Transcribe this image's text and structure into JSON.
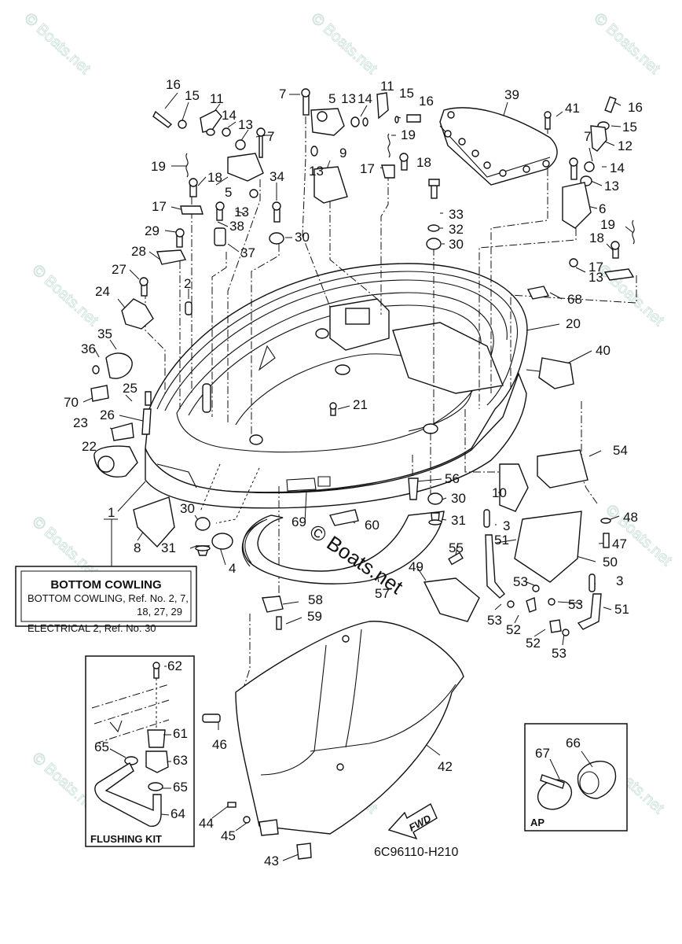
{
  "diagram": {
    "title": "BOTTOM COWLING",
    "drawing_code": "6C96110-H210",
    "watermark": "© Boats.net",
    "center_watermark": "© Boats.net",
    "fwd_label": "FWD",
    "info_box": {
      "title": "BOTTOM COWLING",
      "line1": "BOTTOM COWLING,  Ref. No. 2, 7,",
      "line2": "18, 27, 29",
      "line3": "ELECTRICAL 2,  Ref. No. 30"
    },
    "flushing_kit": {
      "title": "FLUSHING KIT",
      "callouts": [
        "62",
        "61",
        "65",
        "63",
        "65",
        "64"
      ]
    },
    "ap_box": {
      "title": "AP",
      "callouts": [
        "67",
        "66"
      ]
    },
    "callouts": [
      "16",
      "15",
      "11",
      "14",
      "13",
      "7",
      "19",
      "18",
      "5",
      "17",
      "13",
      "38",
      "29",
      "37",
      "28",
      "27",
      "2",
      "24",
      "34",
      "30",
      "7",
      "5",
      "13",
      "14",
      "11",
      "15",
      "16",
      "19",
      "9",
      "13",
      "17",
      "18",
      "39",
      "41",
      "16",
      "15",
      "12",
      "7",
      "14",
      "13",
      "6",
      "19",
      "18",
      "17",
      "13",
      "33",
      "32",
      "30",
      "68",
      "20",
      "40",
      "36",
      "35",
      "70",
      "25",
      "26",
      "23",
      "22",
      "21",
      "1",
      "8",
      "30",
      "31",
      "4",
      "69",
      "60",
      "57",
      "56",
      "30",
      "31",
      "10",
      "54",
      "3",
      "48",
      "47",
      "51",
      "50",
      "55",
      "49",
      "53",
      "3",
      "53",
      "51",
      "53",
      "52",
      "52",
      "53",
      "58",
      "59",
      "46",
      "42",
      "44",
      "45",
      "43"
    ]
  }
}
